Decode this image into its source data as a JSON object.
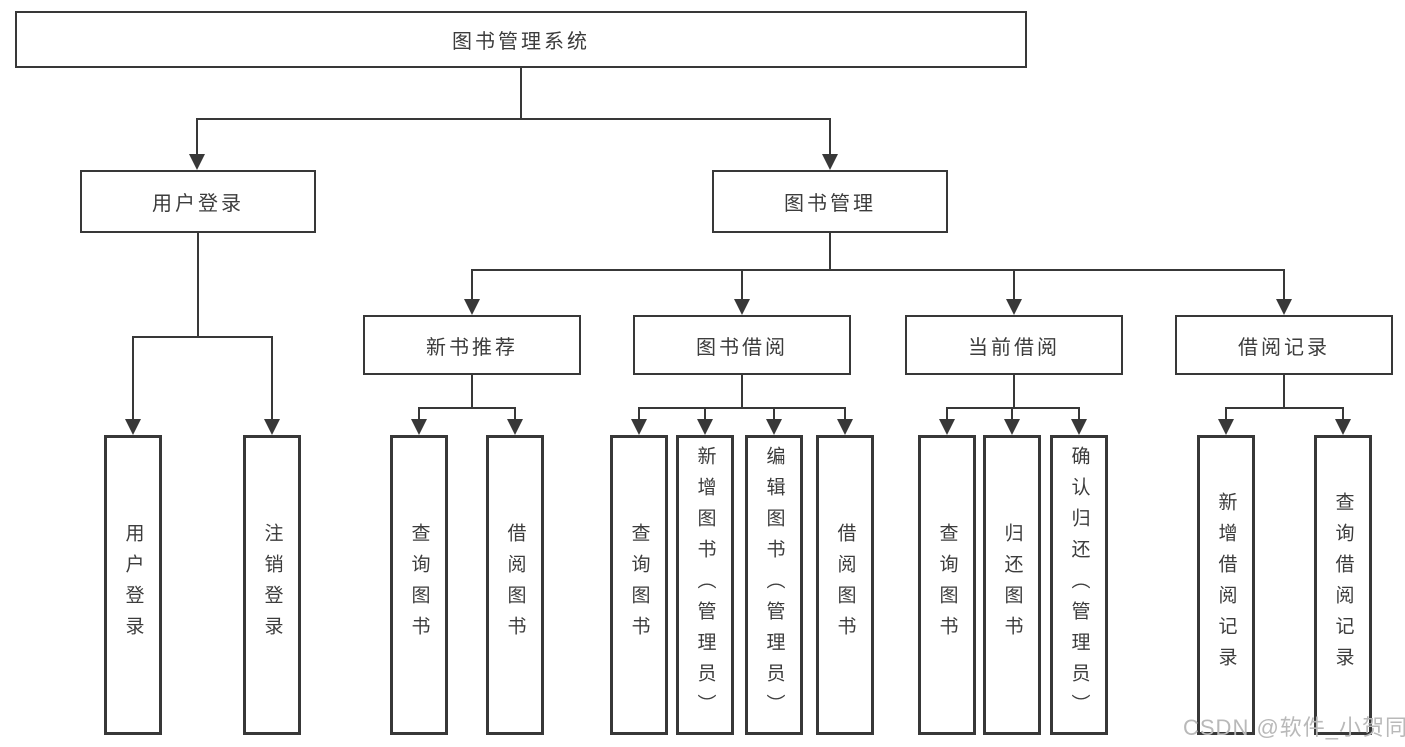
{
  "nodes": {
    "root": "图书管理系统",
    "user_login": "用户登录",
    "book_mgmt": "图书管理",
    "new_books": "新书推荐",
    "book_borrow": "图书借阅",
    "current_borrow": "当前借阅",
    "borrow_records": "借阅记录",
    "leaf_user_login": "用户登录",
    "leaf_logout": "注销登录",
    "leaf_nb_query": "查询图书",
    "leaf_nb_borrow": "借阅图书",
    "leaf_bb_query": "查询图书",
    "leaf_bb_add": "新增图书（管理员）",
    "leaf_bb_edit": "编辑图书（管理员）",
    "leaf_bb_borrow": "借阅图书",
    "leaf_cb_query": "查询图书",
    "leaf_cb_return": "归还图书",
    "leaf_cb_confirm": "确认归还（管理员）",
    "leaf_br_add": "新增借阅记录",
    "leaf_br_query": "查询借阅记录"
  },
  "watermark": "CSDN @软件_小贺同学",
  "colors": {
    "line": "#383838",
    "text": "#3c3c3c",
    "watermark": "#b9b9b9",
    "background": "#ffffff"
  }
}
